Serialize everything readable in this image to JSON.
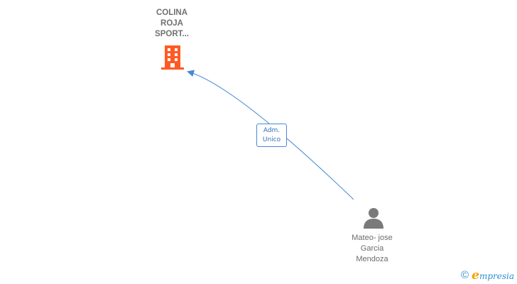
{
  "company": {
    "name_lines": [
      "COLINA",
      "ROJA",
      "SPORT..."
    ],
    "icon": "building-icon",
    "color": "#ff5a24"
  },
  "person": {
    "name_lines": [
      "Mateo- jose",
      "Garcia",
      "Mendoza"
    ],
    "icon": "person-icon",
    "color": "#7a7a7a"
  },
  "relation": {
    "role_lines": [
      "Adm.",
      "Unico"
    ],
    "color": "#4a89d6"
  },
  "footer": {
    "copyright": "©",
    "brand_mark": "e",
    "brand_rest": "mpresia",
    "colors": {
      "mark": "#f0a000",
      "text": "#2f8fd0"
    }
  }
}
